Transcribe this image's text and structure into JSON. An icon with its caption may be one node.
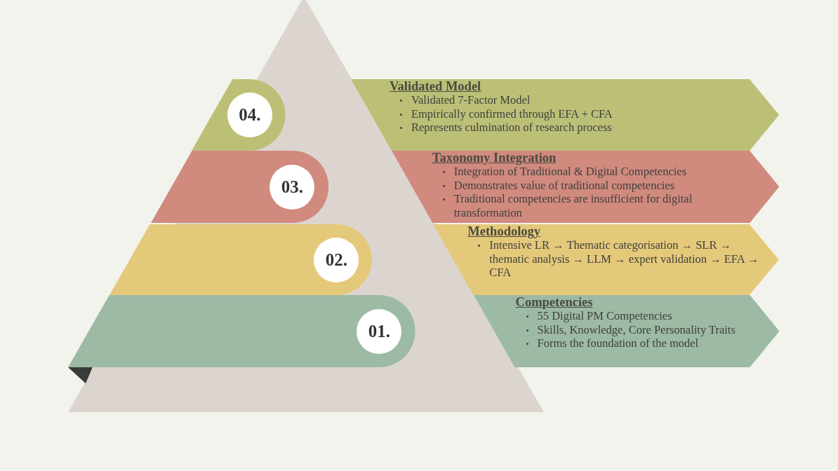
{
  "diagram": {
    "nodes": [
      {
        "text": [
          "04."
        ]
      },
      {
        "text": [
          "Validated Model",
          "Validated 7-Factor Model",
          "Empirically confirmed through EFA + CFA",
          "Represents culmination of research process"
        ]
      },
      {
        "text": [
          "03."
        ]
      },
      {
        "text": [
          "Taxonomy Integration",
          "Integration of Traditional & Digital Competencies",
          "Demonstrates value of traditional competencies",
          "Traditional competencies are insufficient for digital transformation"
        ]
      },
      {
        "text": [
          "02."
        ]
      },
      {
        "text": [
          "Methodology",
          "Intensive LR → Thematic categorisation → SLR → thematic analysis → LLM → expert validation → EFA → CFA"
        ]
      },
      {
        "text": [
          "01."
        ]
      },
      {
        "text": [
          "Competencies",
          "55 Digital PM Competencies",
          "Skills, Knowledge, Core Personality Traits",
          "Forms the foundation of the model"
        ]
      }
    ],
    "edges": []
  }
}
